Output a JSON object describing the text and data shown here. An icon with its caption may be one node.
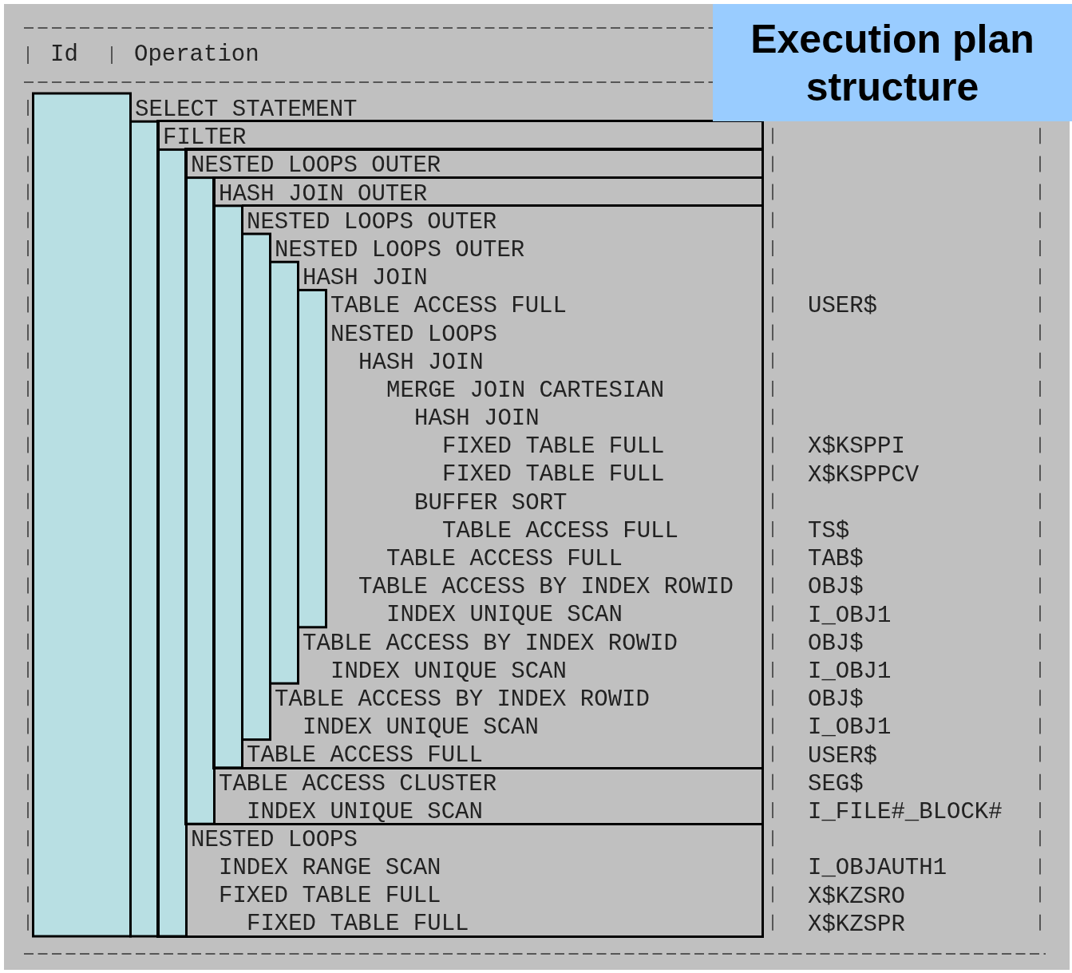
{
  "diagram": {
    "title": "Execution plan structure",
    "nodes": [
      {
        "text": [
          "SELECT STATEMENT"
        ]
      },
      {
        "text": [
          "FILTER"
        ]
      },
      {
        "text": [
          "NESTED LOOPS OUTER"
        ],
        "in": 1
      },
      {
        "text": [
          "HASH JOIN OUTER"
        ],
        "in": 2
      },
      {
        "text": [
          "NESTED LOOPS OUTER"
        ],
        "in": 3
      },
      {
        "text": [
          "NESTED LOOPS OUTER"
        ],
        "in": 3
      },
      {
        "text": [
          "HASH JOIN"
        ],
        "in": 3
      },
      {
        "text": [
          "TABLE ACCESS FULL"
        ],
        "in": 3
      },
      {
        "text": [
          "NESTED LOOPS"
        ],
        "in": 3
      },
      {
        "text": [
          "HASH JOIN"
        ],
        "in": 3
      },
      {
        "text": [
          "MERGE JOIN CARTESIAN"
        ],
        "in": 3
      },
      {
        "text": [
          "HASH JOIN"
        ],
        "in": 3
      },
      {
        "text": [
          "FIXED TABLE FULL"
        ],
        "in": 3
      },
      {
        "text": [
          "FIXED TABLE FULL"
        ],
        "in": 3
      },
      {
        "text": [
          "BUFFER SORT"
        ],
        "in": 3
      },
      {
        "text": [
          "TABLE ACCESS FULL"
        ],
        "in": 3
      },
      {
        "text": [
          "TABLE ACCESS FULL"
        ],
        "in": 3
      },
      {
        "text": [
          "TABLE ACCESS BY INDEX ROWID"
        ],
        "in": 3
      },
      {
        "text": [
          "INDEX UNIQUE SCAN"
        ],
        "in": 3
      },
      {
        "text": [
          "TABLE ACCESS BY INDEX ROWID"
        ],
        "in": 3
      },
      {
        "text": [
          "INDEX UNIQUE SCAN"
        ],
        "in": 3
      },
      {
        "text": [
          "TABLE ACCESS BY INDEX ROWID"
        ],
        "in": 3
      },
      {
        "text": [
          "INDEX UNIQUE SCAN"
        ],
        "in": 3
      },
      {
        "text": [
          "TABLE ACCESS FULL"
        ],
        "in": 3
      },
      {
        "text": [
          "TABLE ACCESS CLUSTER"
        ],
        "in": 2
      },
      {
        "text": [
          "INDEX UNIQUE SCAN"
        ],
        "in": 2
      },
      {
        "text": [
          "NESTED LOOPS"
        ],
        "in": 1
      },
      {
        "text": [
          "INDEX RANGE SCAN"
        ],
        "in": 1
      },
      {
        "text": [
          "FIXED TABLE FULL"
        ],
        "in": 1
      },
      {
        "text": [
          "FIXED TABLE FULL"
        ],
        "in": 1
      }
    ],
    "labels": [
      "Id",
      "Operation",
      "USER$",
      "X$KSPPI",
      "X$KSPPCV",
      "TS$",
      "TAB$",
      "OBJ$",
      "I_OBJ1",
      "OBJ$",
      "I_OBJ1",
      "OBJ$",
      "I_OBJ1",
      "USER$",
      "SEG$",
      "I_FILE#_BLOCK#",
      "I_OBJAUTH1",
      "X$KZSRO",
      "X$KZSPR"
    ]
  }
}
